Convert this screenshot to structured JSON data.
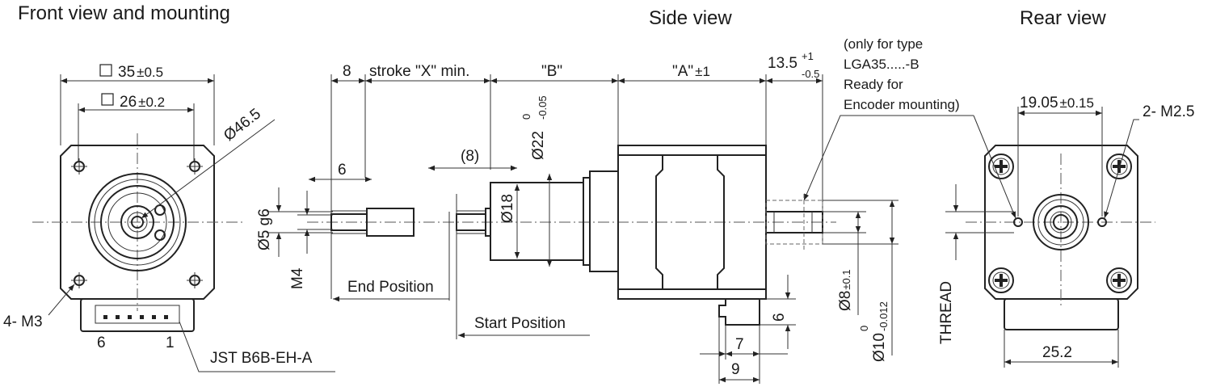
{
  "views": {
    "front_title": "Front view and mounting",
    "side_title": "Side view",
    "rear_title": "Rear view"
  },
  "front": {
    "square_outer": "35",
    "square_outer_tol": "±0.5",
    "square_inner": "26",
    "square_inner_tol": "±0.2",
    "diameter": "Ø46.5",
    "holes": "4- M3",
    "pin_left": "6",
    "pin_right": "1",
    "connector": "JST B6B-EH-A"
  },
  "side": {
    "dim_8": "8",
    "stroke": "stroke \"X\" min.",
    "dim_b": "\"B\"",
    "dim_a": "\"A\"",
    "dim_a_tol": "±1",
    "dim_135": "13.5",
    "dim_135_upper": "+1",
    "dim_135_lower": "-0.5",
    "note_1": "(only for type",
    "note_2": "LGA35.....-B",
    "note_3": "Ready for",
    "note_4": "Encoder mounting)",
    "dim_6": "6",
    "dim_paren8": "(8)",
    "dia_22": "Ø22",
    "dia_22_upper": "0",
    "dia_22_lower": "-0.05",
    "dia_18": "Ø18",
    "dia_5": "Ø5 g6",
    "m4": "M4",
    "end_pos": "End Position",
    "start_pos": "Start Position",
    "dim_6b": "6",
    "dim_7": "7",
    "dim_9": "9",
    "dia_8": "Ø8",
    "dia_8_tol": "±0.1",
    "dia_10": "Ø10",
    "dia_10_upper": "0",
    "dia_10_lower": "-0.012"
  },
  "rear": {
    "spacing": "19.05",
    "spacing_tol": "±0.15",
    "holes": "2- M2.5",
    "thread": "THREAD",
    "width": "25.2"
  }
}
